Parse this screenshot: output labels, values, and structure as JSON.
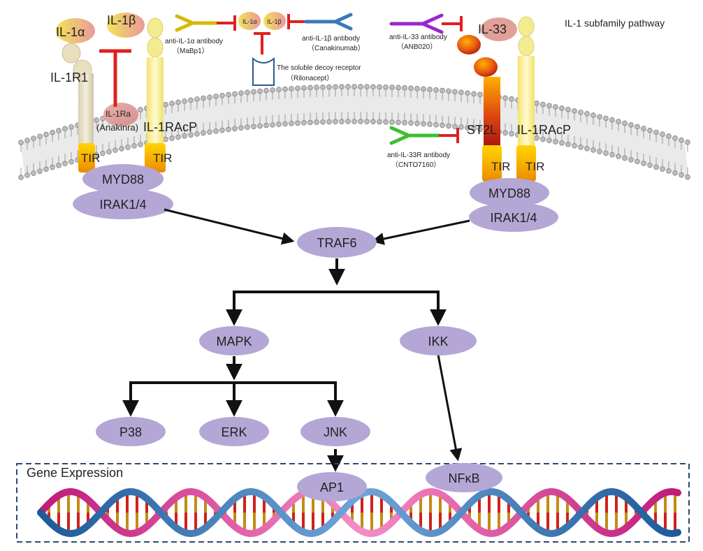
{
  "title": "IL-1 subfamily pathway",
  "ligands": {
    "il1a": "IL-1α",
    "il1b": "IL-1β",
    "il33": "IL-33",
    "il1a_small": "IL-1α",
    "il1b_small": "IL-1β"
  },
  "receptors": {
    "il1r1": "IL-1R1",
    "il1racp_left": "IL-1RAcP",
    "st2l": "ST2L",
    "il1racp_right": "IL-1RAcP",
    "tir": "TIR"
  },
  "inhibitors": {
    "il1ra_line1": "IL-1Ra",
    "il1ra_line2": "(Anakinra)",
    "anti_il1a": "anti-IL-1α antibody",
    "anti_il1a_sub": "（MaBp1）",
    "anti_il1b": "anti-IL-1β antibody",
    "anti_il1b_sub": "（Canakinumab）",
    "decoy": "The soluble decoy receptor",
    "decoy_sub": "（Rilonacept）",
    "anti_il33": "anti-IL-33 antibody",
    "anti_il33_sub": "（ANB020）",
    "anti_il33r": "anti-IL-33R antibody",
    "anti_il33r_sub": "（CNTO7160）"
  },
  "signaling": {
    "myd88": "MYD88",
    "irak": "IRAK1/4",
    "traf6": "TRAF6",
    "mapk": "MAPK",
    "ikk": "IKK",
    "p38": "P38",
    "erk": "ERK",
    "jnk": "JNK",
    "ap1": "AP1",
    "nfkb": "NFκB"
  },
  "gene_expression_label": "Gene Expression",
  "colors": {
    "node_fill": "#b4a7d6",
    "inhibit_red": "#e02020",
    "arrow_black": "#111111",
    "box_border": "#2f4a6d"
  }
}
